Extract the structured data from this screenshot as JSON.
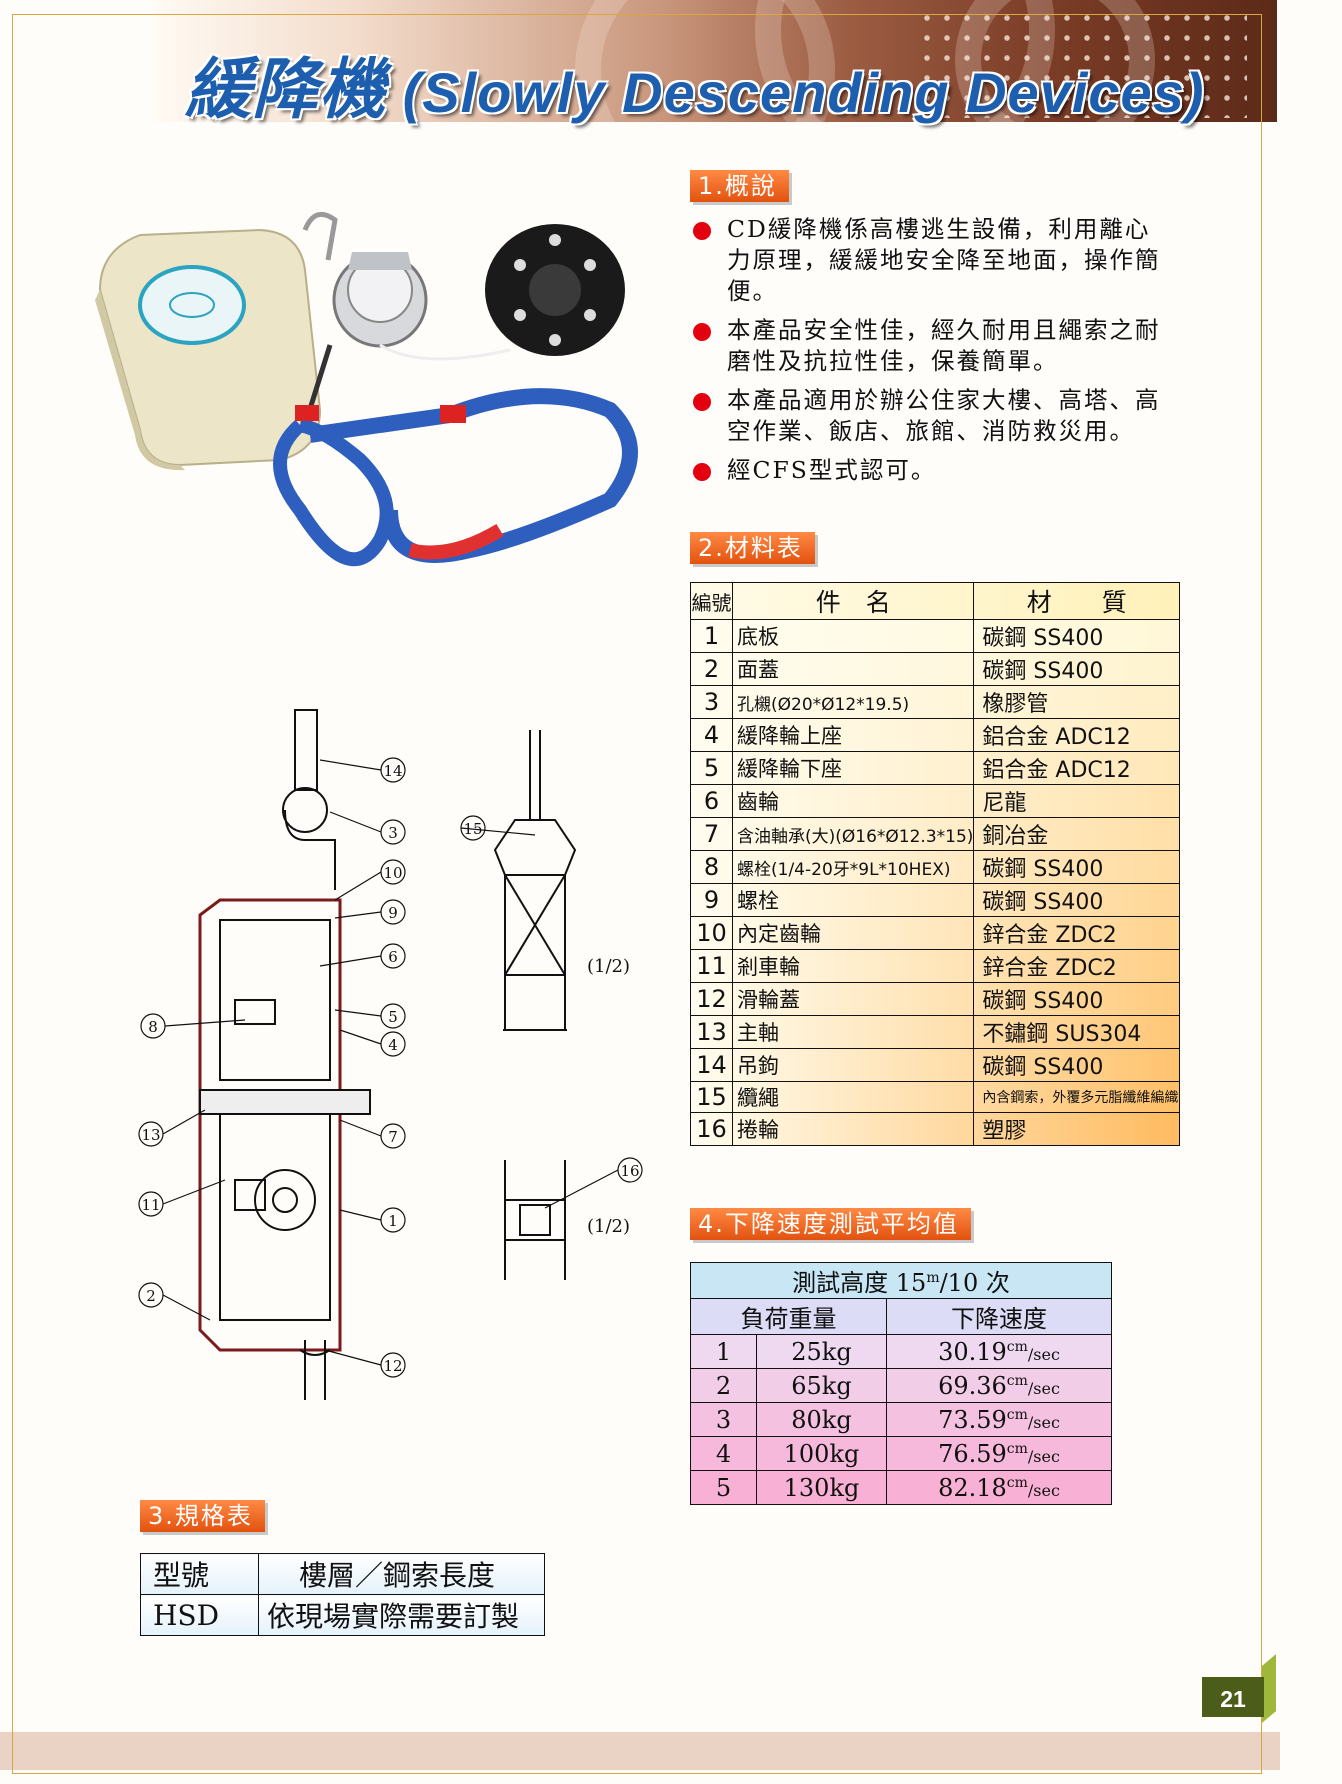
{
  "header": {
    "title_cjk": "緩降機",
    "title_en": "(Slowly Descending Devices)"
  },
  "section1": {
    "title": "1.概說",
    "items": [
      "CD緩降機係高樓逃生設備，利用離心力原理，緩緩地安全降至地面，操作簡便。",
      "本產品安全性佳，經久耐用且繩索之耐磨性及抗拉性佳，保養簡單。",
      "本產品適用於辦公住家大樓、高塔、高空作業、飯店、旅館、消防救災用。",
      "經CFS型式認可。"
    ]
  },
  "section2": {
    "title": "2.材料表",
    "headers": [
      "編號",
      "件　名",
      "材　　質"
    ],
    "rows": [
      {
        "no": "1",
        "name": "底板",
        "material": "碳鋼 SS400"
      },
      {
        "no": "2",
        "name": "面蓋",
        "material": "碳鋼 SS400"
      },
      {
        "no": "3",
        "name": "孔櫬(Ø20*Ø12*19.5)",
        "material": "橡膠管"
      },
      {
        "no": "4",
        "name": "緩降輪上座",
        "material": "鋁合金 ADC12"
      },
      {
        "no": "5",
        "name": "緩降輪下座",
        "material": "鋁合金 ADC12"
      },
      {
        "no": "6",
        "name": "齒輪",
        "material": "尼龍"
      },
      {
        "no": "7",
        "name": "含油軸承(大)(Ø16*Ø12.3*15)",
        "material": "銅冶金"
      },
      {
        "no": "8",
        "name": "螺栓(1/4-20牙*9L*10HEX)",
        "material": "碳鋼 SS400"
      },
      {
        "no": "9",
        "name": "螺栓",
        "material": "碳鋼 SS400"
      },
      {
        "no": "10",
        "name": "內定齒輪",
        "material": "鋅合金 ZDC2"
      },
      {
        "no": "11",
        "name": "剎車輪",
        "material": "鋅合金 ZDC2"
      },
      {
        "no": "12",
        "name": "滑輪蓋",
        "material": "碳鋼 SS400"
      },
      {
        "no": "13",
        "name": "主軸",
        "material": "不鏽鋼 SUS304"
      },
      {
        "no": "14",
        "name": "吊鉤",
        "material": "碳鋼 SS400"
      },
      {
        "no": "15",
        "name": "纜繩",
        "material": "內含鋼索，外覆多元脂纖維編織"
      },
      {
        "no": "16",
        "name": "捲輪",
        "material": "塑膠"
      }
    ]
  },
  "section3": {
    "title": "3.規格表",
    "headers": [
      "型號",
      "樓層／鋼索長度"
    ],
    "row": [
      "HSD",
      "依現場實際需要訂製"
    ]
  },
  "section4": {
    "title": "4.下降速度測試平均值",
    "caption_pre": "測試高度 15",
    "caption_sup": "m",
    "caption_post": "/10 次",
    "col_load": "負荷重量",
    "col_speed": "下降速度",
    "unit_sup": "cm",
    "unit_sub": "/sec",
    "rows": [
      {
        "no": "1",
        "load": "25kg",
        "speed": "30.19"
      },
      {
        "no": "2",
        "load": "65kg",
        "speed": "69.36"
      },
      {
        "no": "3",
        "load": "80kg",
        "speed": "73.59"
      },
      {
        "no": "4",
        "load": "100kg",
        "speed": "76.59"
      },
      {
        "no": "5",
        "load": "130kg",
        "speed": "82.18"
      }
    ]
  },
  "diagram": {
    "scale_label_1": "(1/2)",
    "scale_label_2": "(1/2)",
    "callouts": [
      "14",
      "3",
      "15",
      "10",
      "9",
      "6",
      "8",
      "5",
      "4",
      "13",
      "7",
      "16",
      "11",
      "1",
      "2",
      "12"
    ]
  },
  "colors": {
    "title_blue": "#1d5fae",
    "section_orange": "#e2520f",
    "bullet_red": "#e3000f",
    "frame_gold": "#d9a640",
    "page_num_green": "#4b5d18"
  },
  "page_number": "21"
}
